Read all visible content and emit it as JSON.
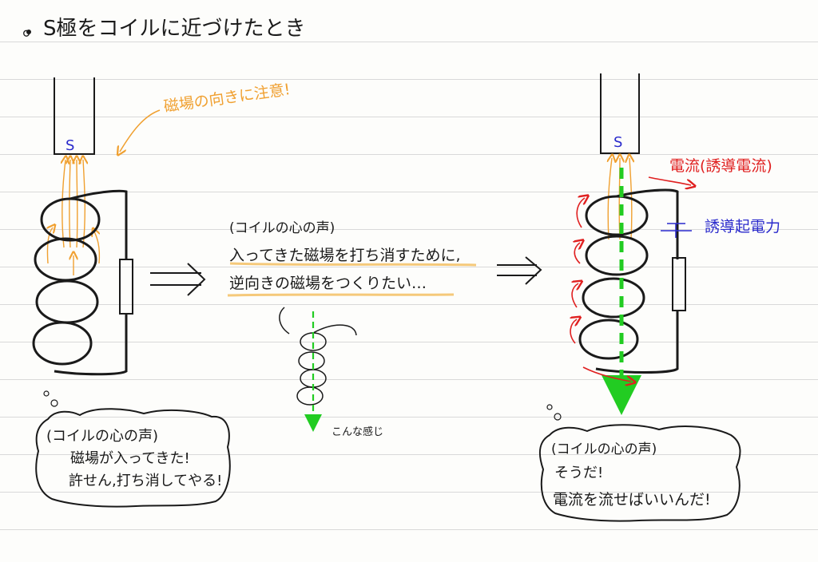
{
  "title": "。S極をコイルに近づけたとき",
  "left": {
    "magnet_label": "S",
    "note": "磁場の向きに注意!",
    "bubble": {
      "heading": "(コイルの心の声)",
      "line1": "磁場が入ってきた!",
      "line2": "許せん,打ち消してやる!"
    }
  },
  "middle": {
    "heading": "(コイルの心の声)",
    "line1": "入ってきた磁場を打ち消すために,",
    "line2": "逆向きの磁場をつくりたい…",
    "caption": "こんな感じ"
  },
  "right": {
    "magnet_label": "S",
    "current_label": "電流(誘導電流)",
    "emf_label": "誘導起電力",
    "bubble": {
      "heading": "(コイルの心の声)",
      "line1": "そうだ!",
      "line2": "電流を流せばいいんだ!"
    }
  },
  "colors": {
    "ink": "#1a1a1a",
    "orange": "#f0a030",
    "red": "#e02020",
    "blue": "#2a2acc",
    "green": "#22cc22",
    "highlight": "#f5c97a"
  }
}
